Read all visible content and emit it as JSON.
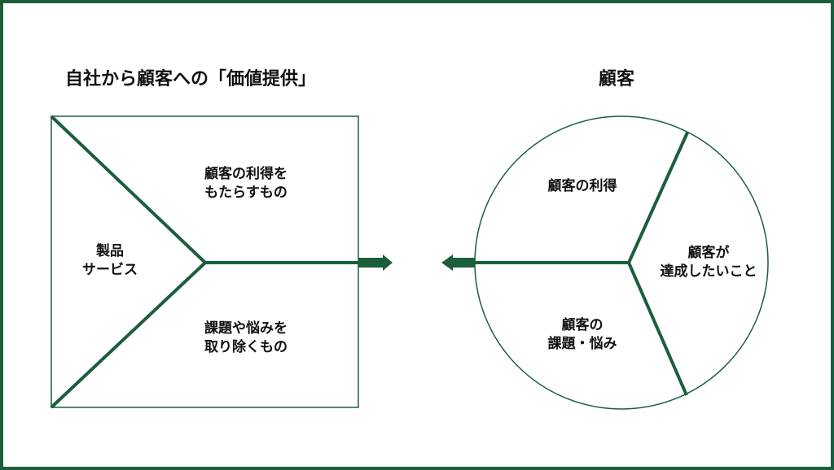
{
  "colors": {
    "frame": "#1b5e3b",
    "accent": "#1b5e3b",
    "text": "#111111"
  },
  "left": {
    "title": "自社から顧客への「価値提供」",
    "center_label": [
      "製品",
      "サービス"
    ],
    "top_label": [
      "顧客の利得を",
      "もたらすもの"
    ],
    "bottom_label": [
      "課題や悩みを",
      "取り除くもの"
    ]
  },
  "right": {
    "title": "顧客",
    "gains_label": [
      "顧客の利得"
    ],
    "jobs_label": [
      "顧客が",
      "達成したいこと"
    ],
    "pains_label": [
      "顧客の",
      "課題・悩み"
    ]
  }
}
